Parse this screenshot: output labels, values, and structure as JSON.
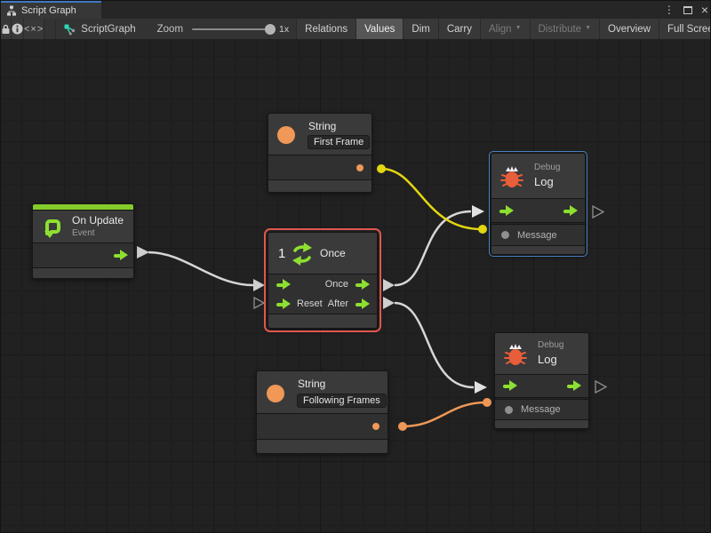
{
  "window": {
    "tab": {
      "title": "Script Graph"
    },
    "controls": {
      "menu_glyph": "⋮",
      "close_glyph": "×"
    }
  },
  "toolbar": {
    "graph_label": "ScriptGraph",
    "zoom_label": "Zoom",
    "zoom_level": "1x",
    "code_toggle_glyph": "<×>",
    "dropdown_glyph": "▼",
    "buttons": {
      "relations": "Relations",
      "values": "Values",
      "dim": "Dim",
      "carry": "Carry",
      "align": "Align",
      "distribute": "Distribute",
      "overview": "Overview",
      "fullscreen": "Full Screen"
    }
  },
  "graph": {
    "string_first": {
      "type_label": "String",
      "value": "First Frame"
    },
    "on_update": {
      "title": "On Update",
      "subtitle": "Event"
    },
    "once": {
      "badge": "1",
      "title": "Once",
      "out_once_label": "Once",
      "reset_label": "Reset",
      "after_label": "After"
    },
    "debug_top": {
      "title": "Debug",
      "subtitle": "Log",
      "message_label": "Message"
    },
    "debug_bottom": {
      "title": "Debug",
      "subtitle": "Log",
      "message_label": "Message"
    },
    "string_following": {
      "type_label": "String",
      "value": "Following Frames"
    }
  },
  "colors": {
    "flow_green": "#8de030",
    "event_green": "#84cc2b",
    "string_orange": "#ef9857",
    "wire_yellow": "#e3d711",
    "wire_orange": "#ee9857",
    "wire_white": "#d6d6d6",
    "selection_red": "#e0574e",
    "selection_blue": "#4a80c0",
    "bug_red": "#e85d3a",
    "accent_blue_tab": "#3e78c2"
  }
}
